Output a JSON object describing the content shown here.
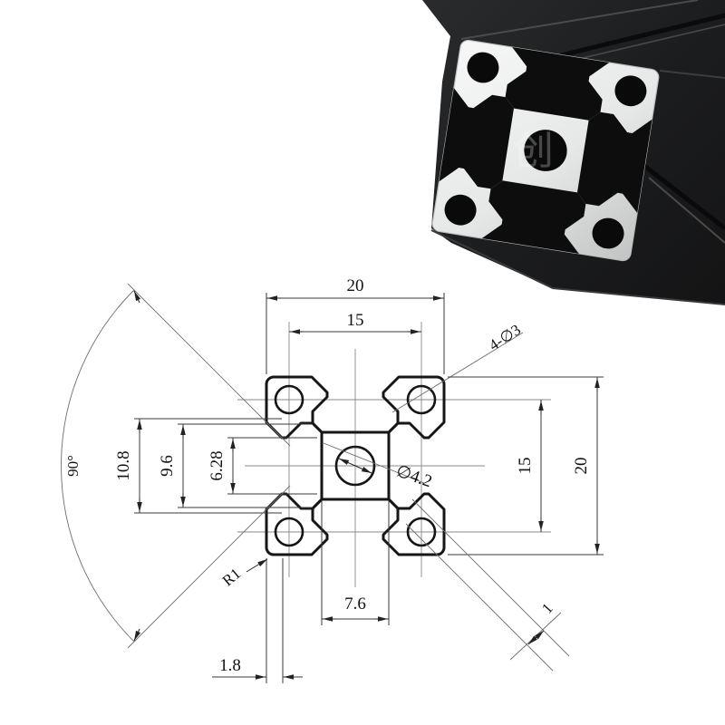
{
  "photo": {
    "watermark": "创"
  },
  "dims": {
    "top_width": "20",
    "slot_pitch_top": "15",
    "corner_holes": "4-∅3",
    "hole_pitch_right": "15",
    "height_right": "20",
    "slot_outer_left": "10.8",
    "slot_cavity_left": "9.6",
    "slot_opening_left": "6.28",
    "vslot_angle": "90°",
    "center_bore": "∅4.2",
    "slot_floor_bottom": "7.6",
    "lip_offset_bottom": "1.8",
    "corner_radius": "R1",
    "wall_thickness": "1"
  }
}
